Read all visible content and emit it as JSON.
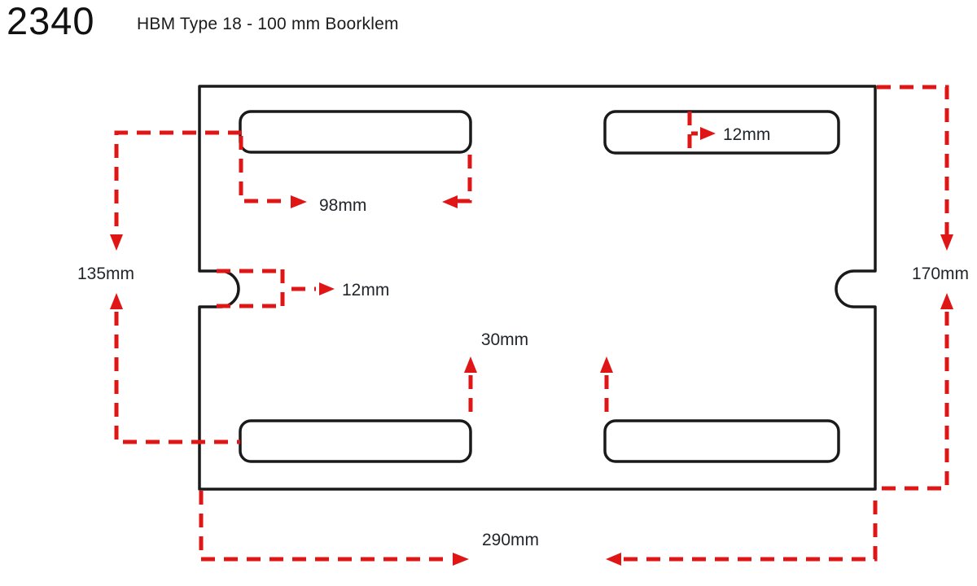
{
  "header": {
    "part_number": "2340",
    "title": "HBM Type 18 - 100 mm Boorklem"
  },
  "diagram": {
    "labels": {
      "top_right_slot_width": "12mm",
      "top_left_slot_length": "98mm",
      "left_span_height": "135mm",
      "right_span_height": "170mm",
      "notch_width": "12mm",
      "slot_edge_offset": "30mm",
      "bottom_span_width": "290mm"
    },
    "colors": {
      "dimension": "#e01616",
      "outline": "#1a1a1a",
      "text": "#21262c"
    }
  }
}
